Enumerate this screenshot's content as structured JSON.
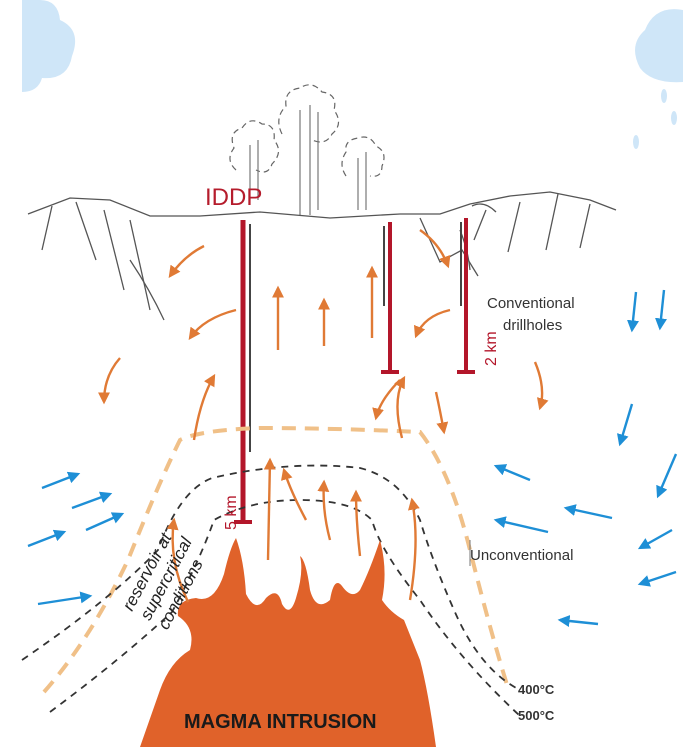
{
  "labels": {
    "iddp": "IDDP",
    "conventional": "Conventional",
    "drillholes": "drillholes",
    "depth_conventional": "2 km",
    "depth_iddp": "5 km",
    "reservoir_line1": "reservoir at",
    "reservoir_line2": "supercritical",
    "reservoir_line3": "conditions",
    "unconventional": "Unconventional",
    "isotherm_400": "400°C",
    "isotherm_500": "500°C",
    "magma": "MAGMA INTRUSION"
  },
  "colors": {
    "magma": "#e0622a",
    "hot_arrow": "#e07a35",
    "cold_arrow": "#1e8fd6",
    "well_red": "#b3162a",
    "iddp_text": "#b51c2c",
    "isotherm": "#333333",
    "outer_isotherm": "#f0c088",
    "cloud": "#cfe6f8",
    "terrain": "#555555"
  },
  "icons": [
    "cloud-icon",
    "rain-drop-icon",
    "steam-plume-icon"
  ]
}
